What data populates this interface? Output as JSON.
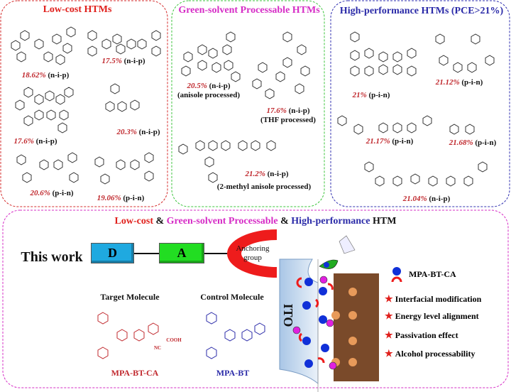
{
  "panels": {
    "low_cost": {
      "title": "Low-cost HTMs",
      "items": [
        {
          "pce": "18.62%",
          "arch": "(n-i-p)"
        },
        {
          "pce": "17.5%",
          "arch": "(n-i-p)"
        },
        {
          "pce": "17.6%",
          "arch": "(n-i-p)"
        },
        {
          "pce": "20.3%",
          "arch": "(n-i-p)"
        },
        {
          "pce": "20.6%",
          "arch": "(p-i-n)"
        },
        {
          "pce": "19.06%",
          "arch": "(p-i-n)"
        }
      ]
    },
    "green": {
      "title": "Green-solvent Processable HTMs",
      "items": [
        {
          "pce": "20.5%",
          "arch": "(n-i-p)",
          "note": "(anisole processed)"
        },
        {
          "pce": "17.6%",
          "arch": "(n-i-p)",
          "note": "(THF processed)"
        },
        {
          "pce": "21.2%",
          "arch": "(n-i-p)",
          "note": "(2-methyl anisole processed)"
        }
      ]
    },
    "high_perf": {
      "title": "High-performance HTMs (PCE>21%)",
      "items": [
        {
          "pce": "21%",
          "arch": "(p-i-n)"
        },
        {
          "pce": "21.12%",
          "arch": "(p-i-n)"
        },
        {
          "pce": "21.17%",
          "arch": "(p-i-n)"
        },
        {
          "pce": "21.68%",
          "arch": "(p-i-n)"
        },
        {
          "pce": "21.04%",
          "arch": "(n-i-p)"
        }
      ]
    }
  },
  "this_work": {
    "heading": {
      "part1": "Low-cost",
      "amp1": " & ",
      "part2": "Green-solvent Processable",
      "amp2": " & ",
      "part3": "High-performance",
      "part4": " HTM"
    },
    "label": "This work",
    "donor": "D",
    "acceptor": "A",
    "anchor": "Anchoring group",
    "target_label": "Target Molecule",
    "control_label": "Control Molecule",
    "target_name": "MPA-BT-CA",
    "control_name": "MPA-BT",
    "cooh": "COOH",
    "nc": "NC",
    "ito": "ITO",
    "legend_name": "MPA-BT-CA",
    "features": [
      "Interfacial modification",
      "Energy level alignment",
      "Passivation effect",
      "Alcohol processability"
    ]
  },
  "colors": {
    "red": "#e0201c",
    "magenta": "#d62cc6",
    "blue": "#2a2aa8",
    "green_border": "#3cc43c",
    "donor": "#1fa9e0",
    "acceptor": "#22dd22"
  }
}
